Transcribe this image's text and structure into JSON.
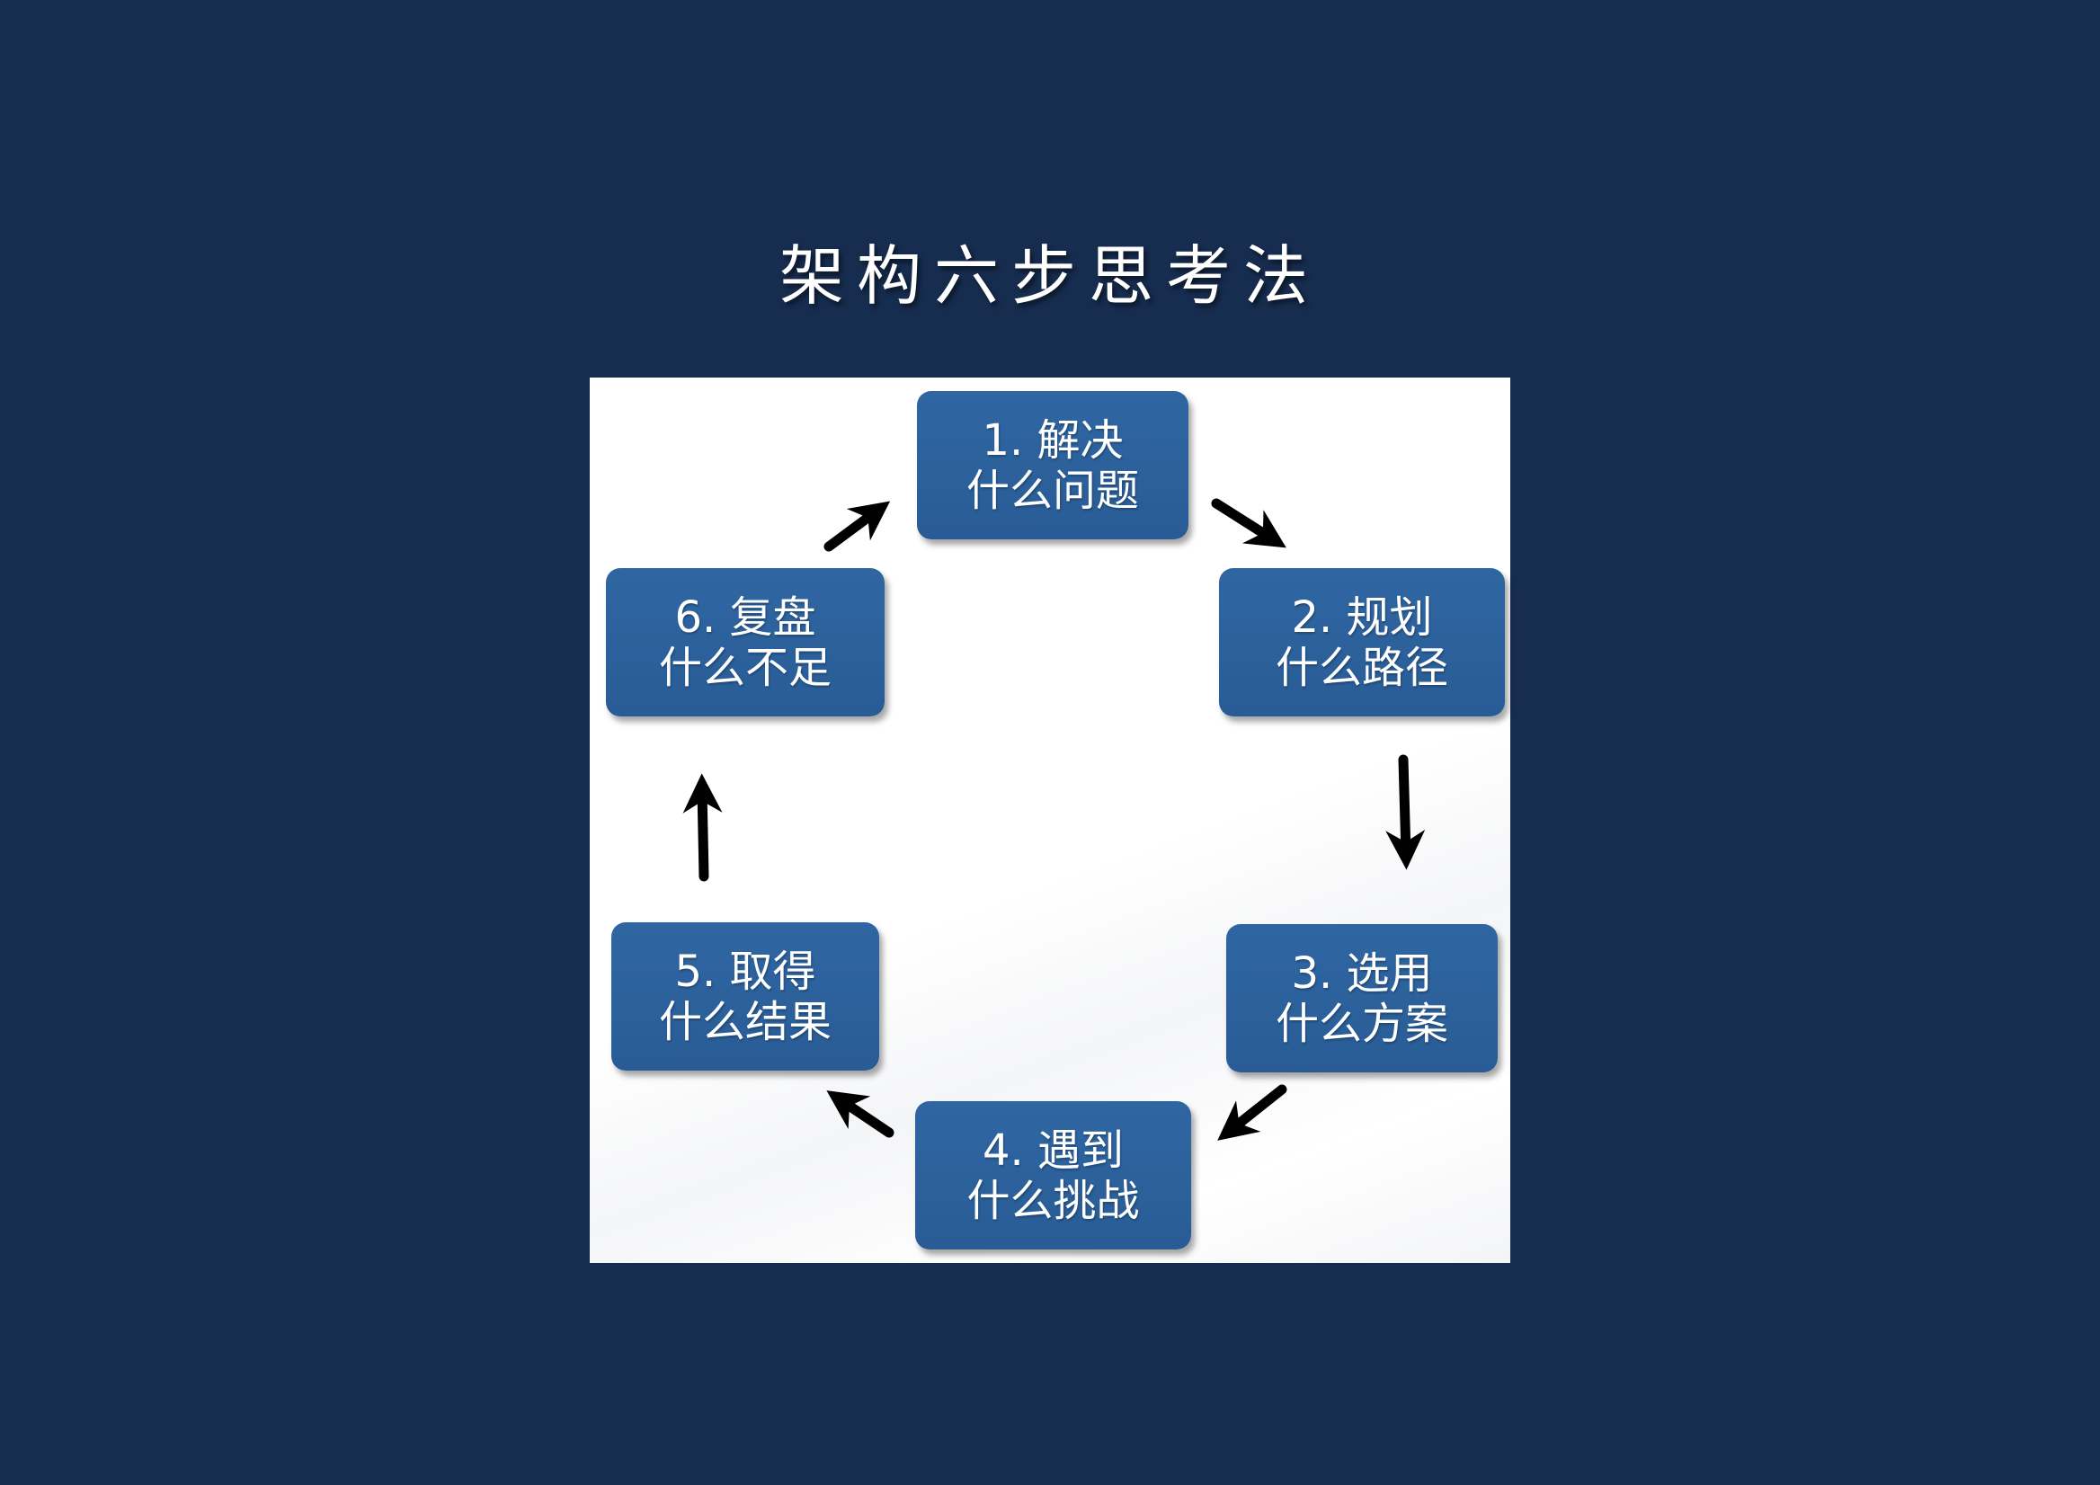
{
  "title": "架构六步思考法",
  "diagram": {
    "steps": [
      {
        "number": "1.",
        "verb": "解决",
        "object": "什么问题"
      },
      {
        "number": "2.",
        "verb": "规划",
        "object": "什么路径"
      },
      {
        "number": "3.",
        "verb": "选用",
        "object": "什么方案"
      },
      {
        "number": "4.",
        "verb": "遇到",
        "object": "什么挑战"
      },
      {
        "number": "5.",
        "verb": "取得",
        "object": "什么结果"
      },
      {
        "number": "6.",
        "verb": "复盘",
        "object": "什么不足"
      }
    ],
    "colors": {
      "background": "#172d50",
      "panel": "#ffffff",
      "step_box": "#2c5f9a",
      "step_text": "#ffffff",
      "arrow": "#000000"
    }
  }
}
